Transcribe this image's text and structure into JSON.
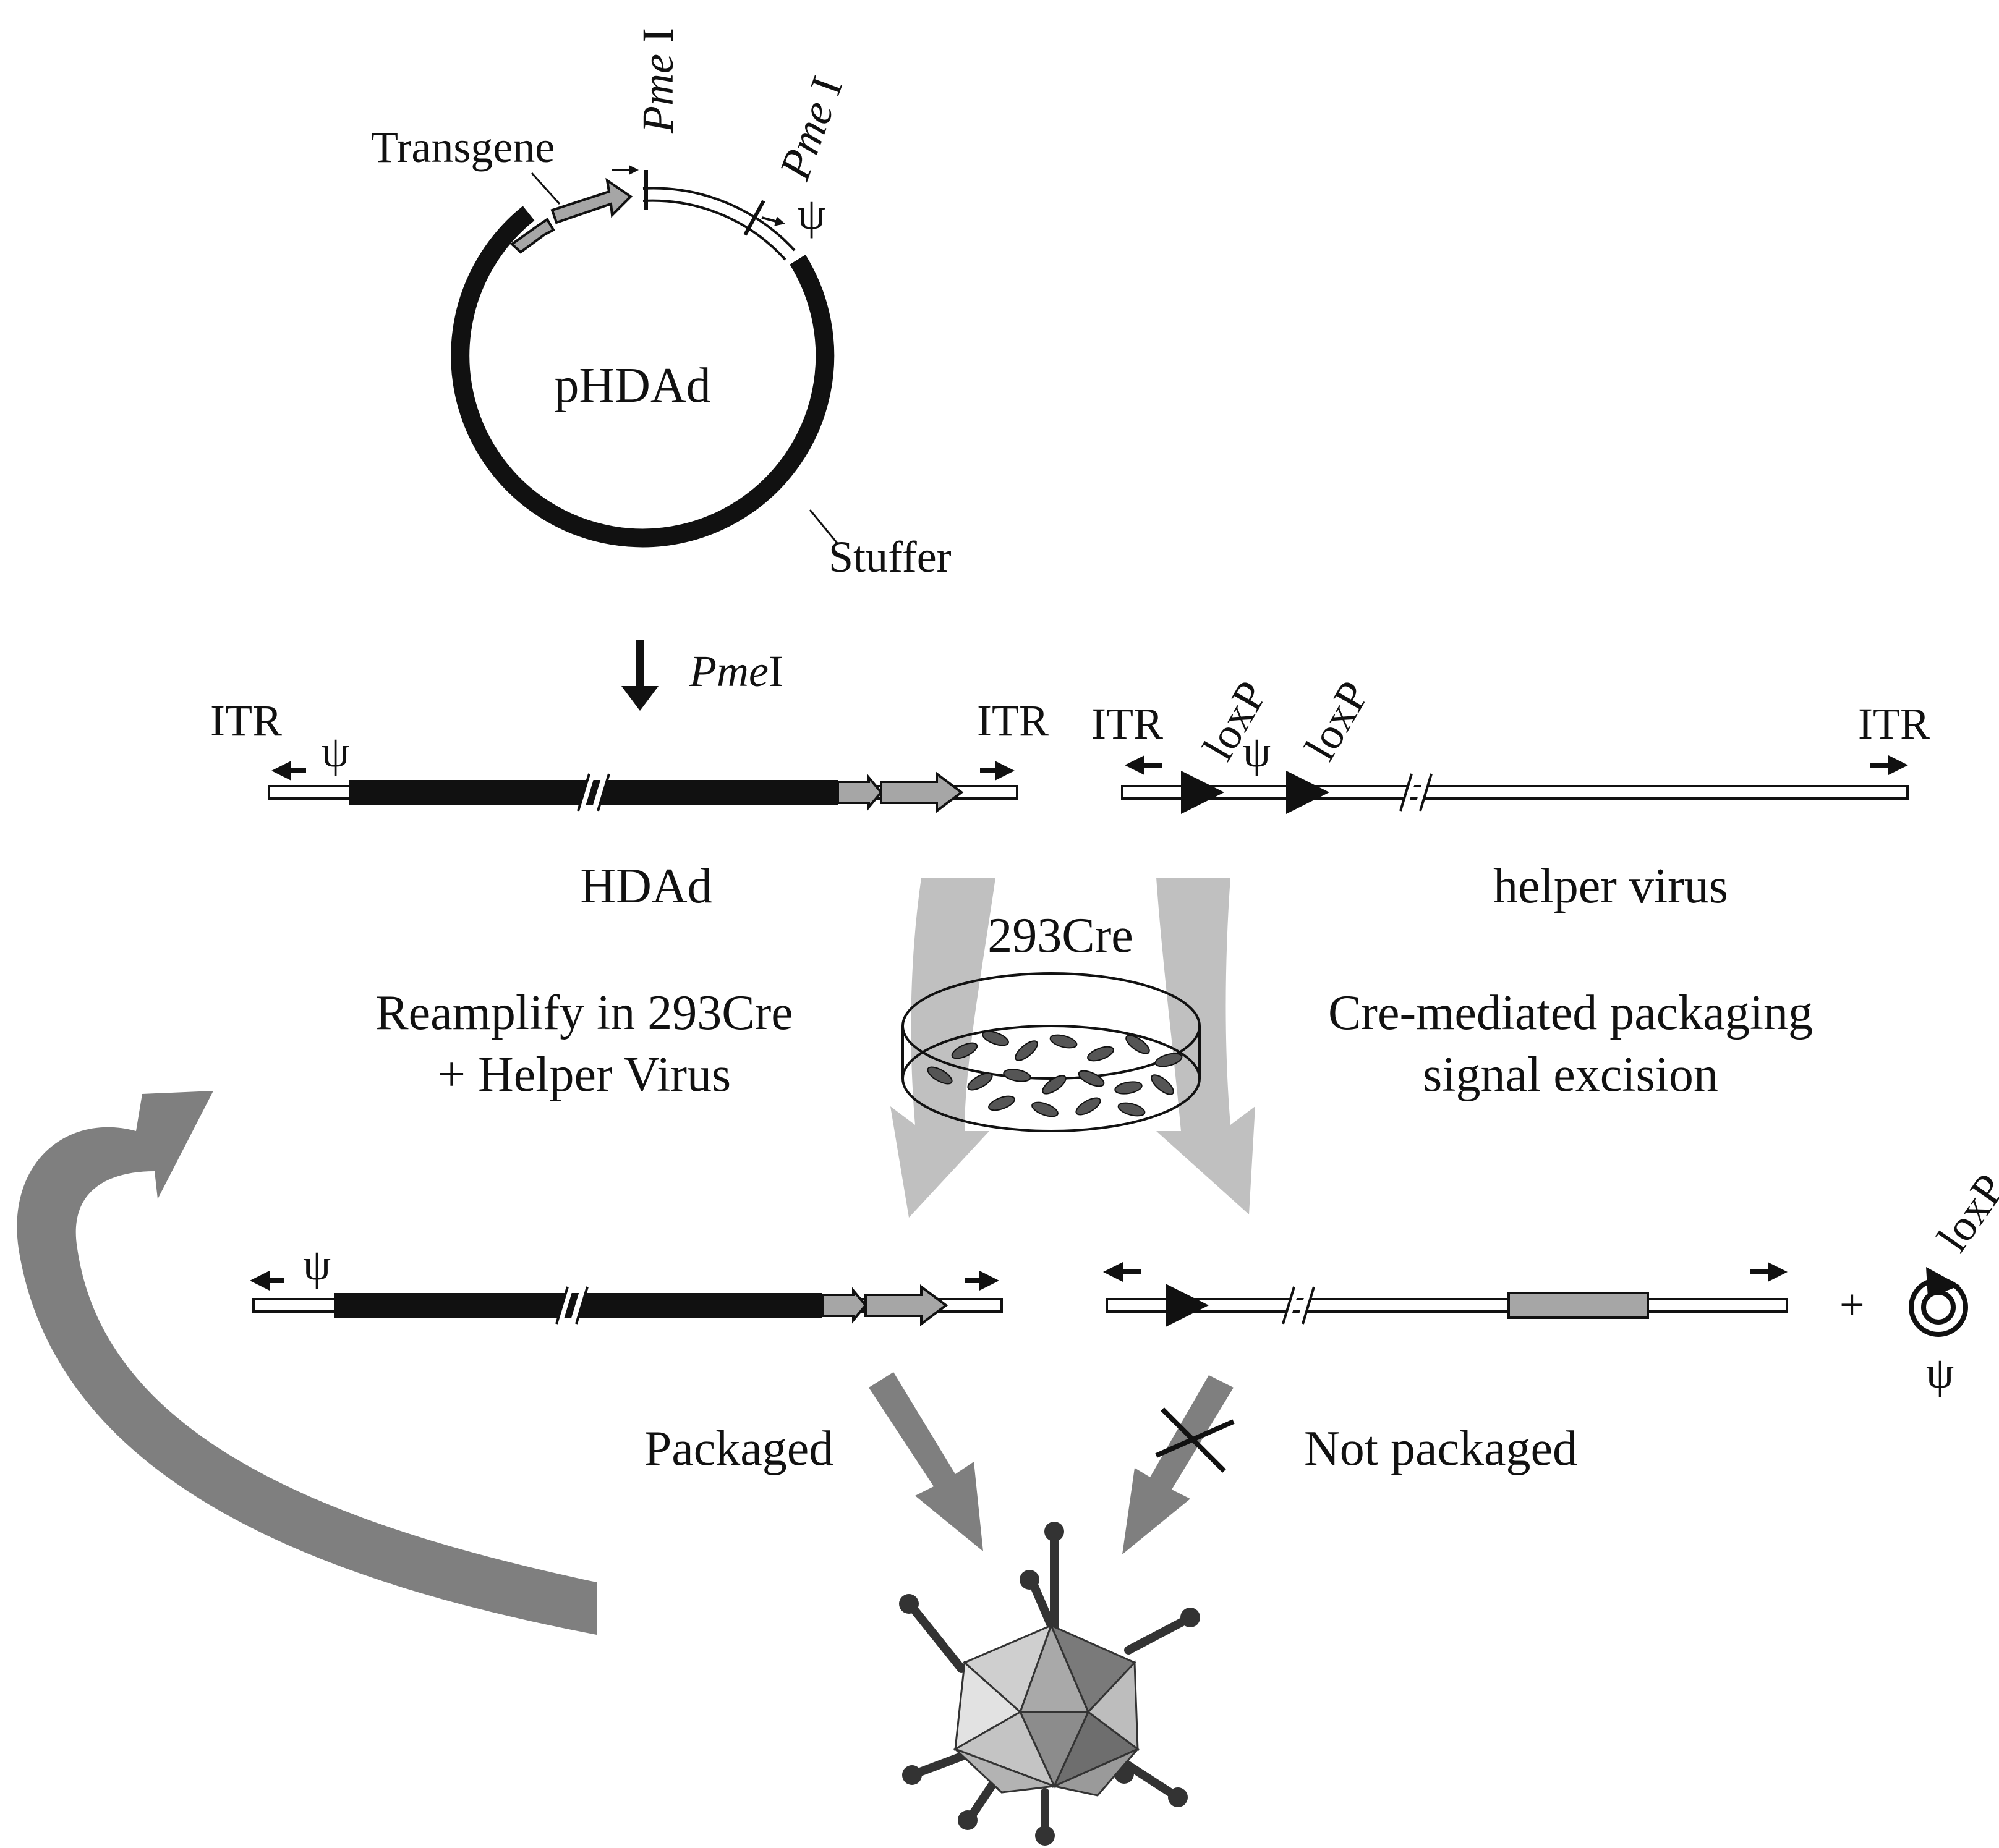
{
  "plasmid": {
    "name": "pHDAd",
    "transgene_label": "Transgene",
    "stuffer_label": "Stuffer",
    "pme_label_1": "Pme",
    "pme_label_1_suffix": " I",
    "pme_label_2": "Pme",
    "pme_label_2_suffix": " I",
    "psi": "ψ"
  },
  "digest": {
    "enzyme": "Pme",
    "enzyme_suffix": "I"
  },
  "hdad": {
    "name": "HDAd",
    "itr_left": "ITR",
    "itr_right": "ITR",
    "psi": "ψ"
  },
  "helper": {
    "name": "helper virus",
    "itr_left": "ITR",
    "itr_right": "ITR",
    "loxp_1": "loxP",
    "loxp_2": "loxP",
    "psi": "ψ"
  },
  "cell_line": "293Cre",
  "reamplify": {
    "line1": "Reamplify in 293Cre",
    "line2": "+ Helper Virus"
  },
  "excision": {
    "line1": "Cre-mediated packaging",
    "line2": "signal excision"
  },
  "products": {
    "hdad_psi": "ψ",
    "plus": "+",
    "circle_loxp": "loxP",
    "circle_psi": "ψ"
  },
  "outcome": {
    "packaged": "Packaged",
    "not_packaged": "Not packaged"
  },
  "colors": {
    "black": "#111111",
    "gray_arrow": "#7f7f7f",
    "light_gray_arrow": "#b5b5b5",
    "cassette": "#a6a6a6"
  }
}
